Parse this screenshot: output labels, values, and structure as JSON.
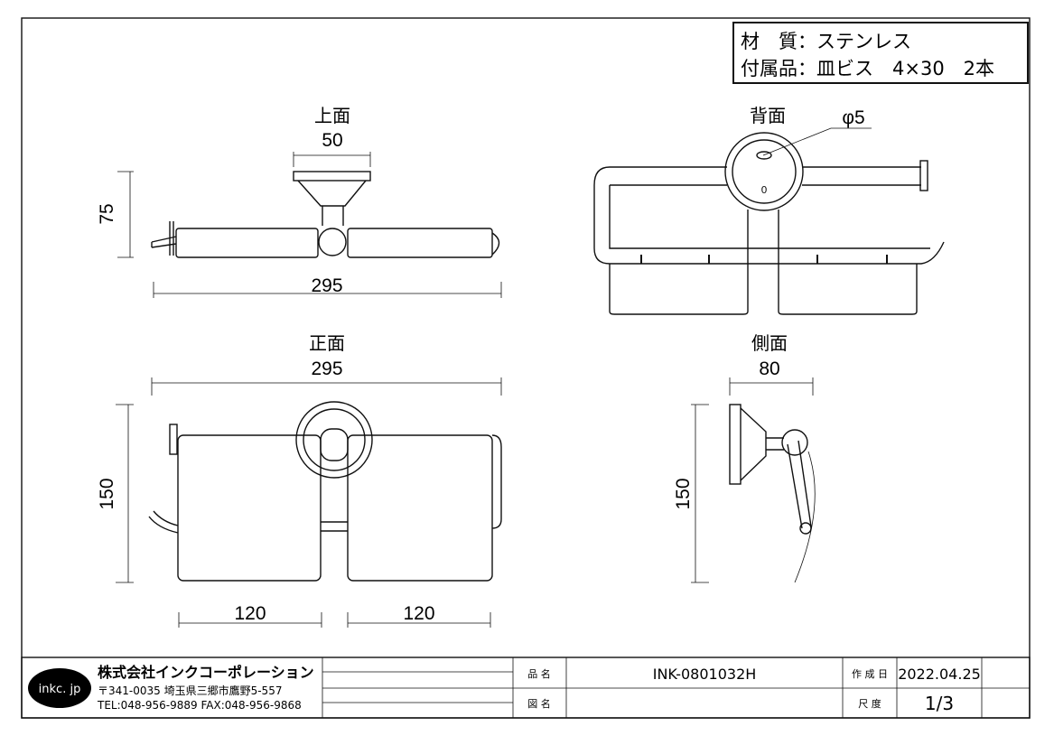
{
  "spec": {
    "material": "材　質：ステンレス",
    "accessories": "付属品：皿ビス　4×30　2本"
  },
  "views": {
    "top": {
      "title": "上面",
      "dim_width_base": "50",
      "dim_height": "75",
      "dim_width": "295"
    },
    "back": {
      "title": "背面",
      "hole": "φ5"
    },
    "front": {
      "title": "正面",
      "dim_width": "295",
      "dim_height": "150",
      "dim_left": "120",
      "dim_right": "120"
    },
    "side": {
      "title": "側面",
      "dim_depth": "80",
      "dim_height": "150"
    }
  },
  "title_block": {
    "logo": "inkc. jp",
    "company": "株式会社インクコーポレーション",
    "address": "〒341-0035 埼玉県三郷市鷹野5-557",
    "contact": "TEL:048-956-9889  FAX:048-956-9868",
    "product_label": "品 名",
    "product_value": "INK-0801032H",
    "drawing_label": "図 名",
    "drawing_value": "",
    "date_label": "作 成 日",
    "date_value": "2022.04.25",
    "scale_label": "尺 度",
    "scale_value": "1/3"
  }
}
